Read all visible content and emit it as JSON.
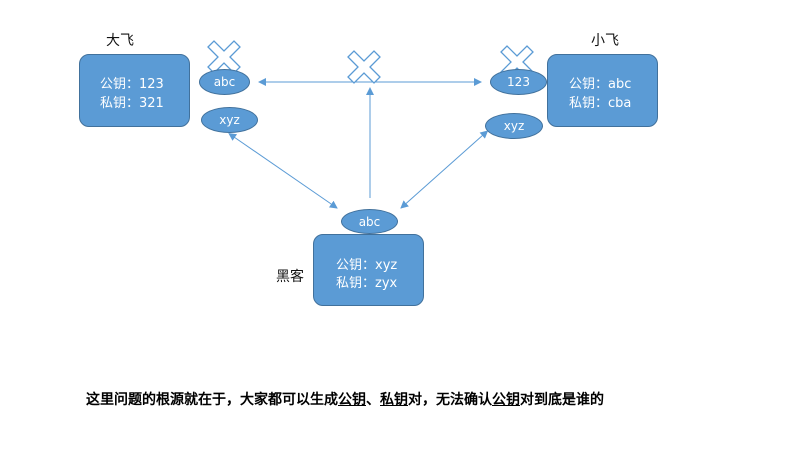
{
  "nodes": {
    "dafei": {
      "name": "大飞",
      "pub": "公钥：123",
      "priv": "私钥：321"
    },
    "xiaofei": {
      "name": "小飞",
      "pub": "公钥：abc",
      "priv": "私钥：cba"
    },
    "hacker": {
      "name": "黑客",
      "pub": "公钥：xyz",
      "priv": "私钥：zyx"
    }
  },
  "keys": {
    "dafei_top": "abc",
    "dafei_bottom": "xyz",
    "xiaofei_top": "123",
    "xiaofei_bottom": "xyz",
    "hacker_top": "abc"
  },
  "caption": {
    "part1": "这里问题的根源就在于，大家都可以生成",
    "gongyao": "公钥",
    "sep": "、",
    "siyao": "私钥",
    "part2": "对，无法确认",
    "gongyao2": "公钥",
    "part3": "对到底是谁的"
  },
  "colors": {
    "box": "#5b9bd5",
    "arrow": "#5b9bd5",
    "cross": "#5b9bd5"
  }
}
